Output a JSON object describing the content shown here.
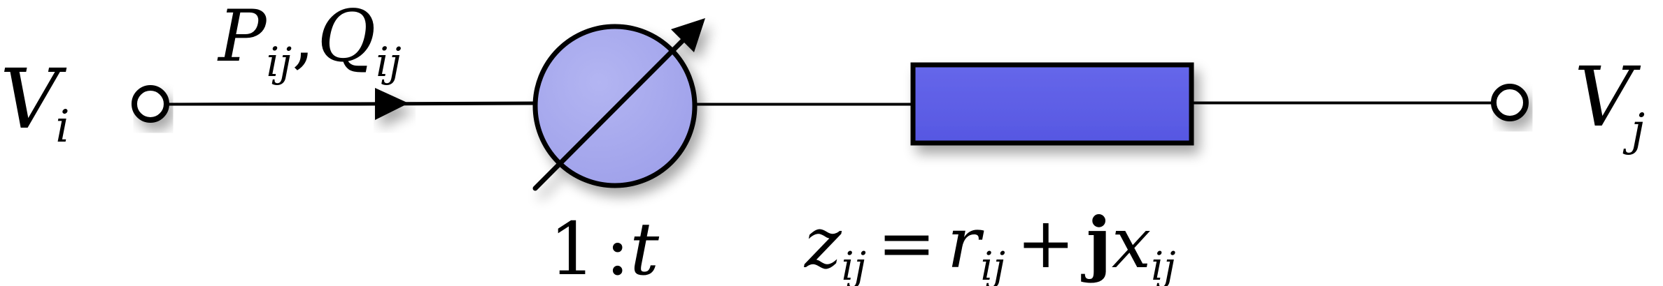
{
  "bus_i": {
    "symbol": "V",
    "subscript": "i"
  },
  "bus_j": {
    "symbol": "V",
    "subscript": "j"
  },
  "power_flow": {
    "p_symbol": "P",
    "q_symbol": "Q",
    "separator": ",",
    "subscript": "ij"
  },
  "transformer": {
    "ratio_one": "1",
    "ratio_colon": ":",
    "ratio_t": "t"
  },
  "impedance": {
    "z_symbol": "z",
    "subscript": "ij",
    "equals": "=",
    "r_symbol": "r",
    "plus": "+",
    "j_symbol": "j",
    "x_symbol": "x"
  },
  "colors": {
    "transformer_fill": "#a3a5ec",
    "impedance_fill": "#5d5ee6",
    "wire": "#000000"
  }
}
